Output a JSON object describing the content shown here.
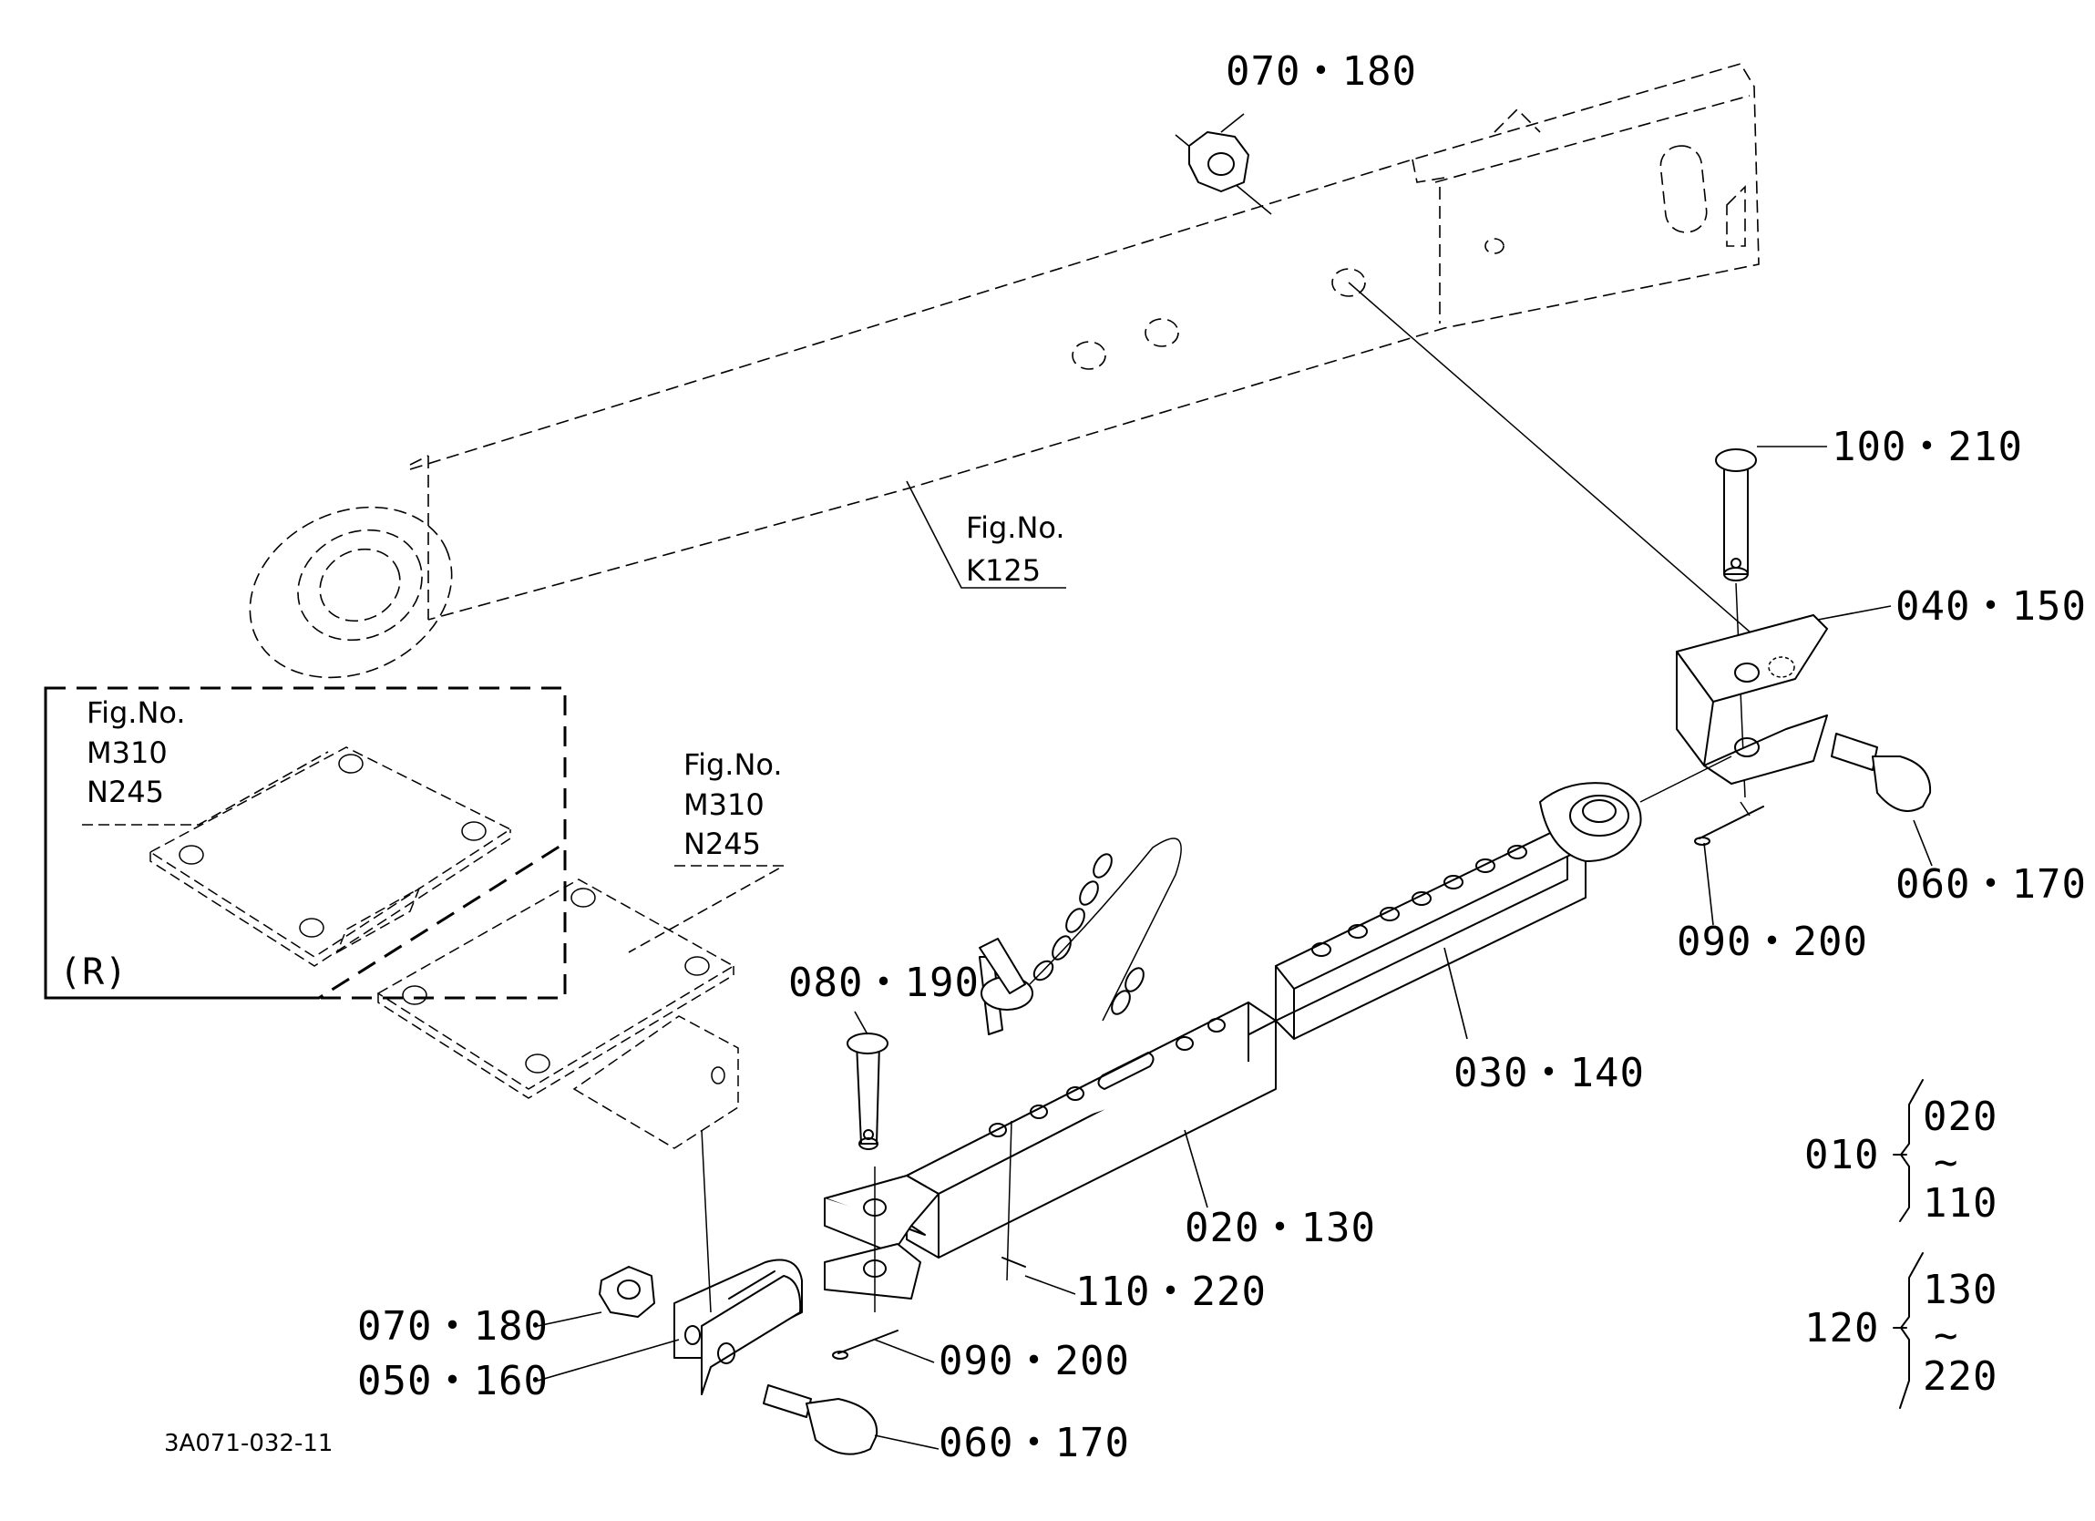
{
  "labels": {
    "nut_top": "070・180",
    "pin_right": "100・210",
    "bracket_right": "040・150",
    "bolt_right": "060・170",
    "cotter_right": "090・200",
    "inner_tube": "030・140",
    "pin_left": "080・190",
    "outer_tube": "020・130",
    "lynch_pin": "110・220",
    "nut_left": "070・180",
    "clevis_left": "050・160",
    "cotter_left": "090・200",
    "bolt_left": "060・170"
  },
  "fig_refs": {
    "lift_arm": {
      "fig": "Fig.No.",
      "code": "K125"
    },
    "plate_r": {
      "fig": "Fig.No.",
      "code1": "M310",
      "code2": "N245"
    },
    "plate_l": {
      "fig": "Fig.No.",
      "code1": "M310",
      "code2": "N245"
    }
  },
  "inset_label": "(R)",
  "assemblies": {
    "a1": {
      "parent": "010",
      "from": "020",
      "tilde": "~",
      "to": "110"
    },
    "a2": {
      "parent": "120",
      "from": "130",
      "tilde": "~",
      "to": "220"
    }
  },
  "drawing_code": "3A071-032-11"
}
